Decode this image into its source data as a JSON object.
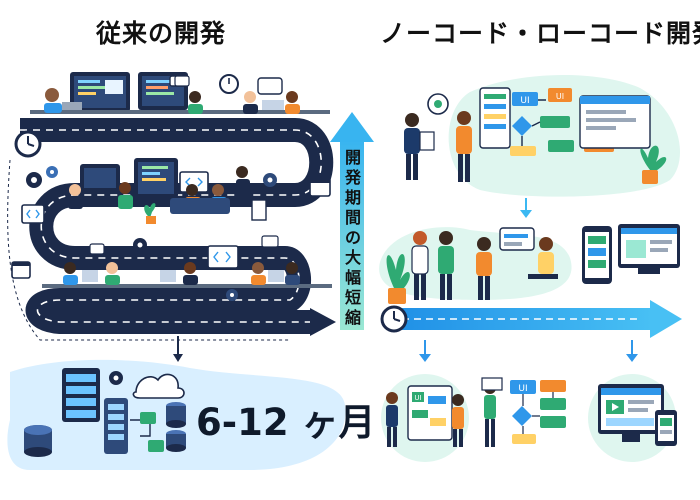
{
  "titles": {
    "traditional": "従来の開発",
    "nocode": "ノーコード・ローコード開発"
  },
  "center_label": "開発期間の大幅短縮",
  "traditional_duration": "6-12 ヶ月",
  "screen_labels": [
    "UI",
    "UI",
    "UI",
    "UI"
  ],
  "colors": {
    "road": "#1c2a4a",
    "accent_blue": "#2f97ea",
    "teal_bg": "#dff6ef",
    "arrow_cyan": "#3bb8f2"
  },
  "icons": [
    "clock-icon",
    "gear-icon",
    "calendar-icon",
    "code-icon",
    "chat-bubble-icon",
    "server-icon",
    "database-icon",
    "cloud-icon",
    "plant-icon"
  ]
}
